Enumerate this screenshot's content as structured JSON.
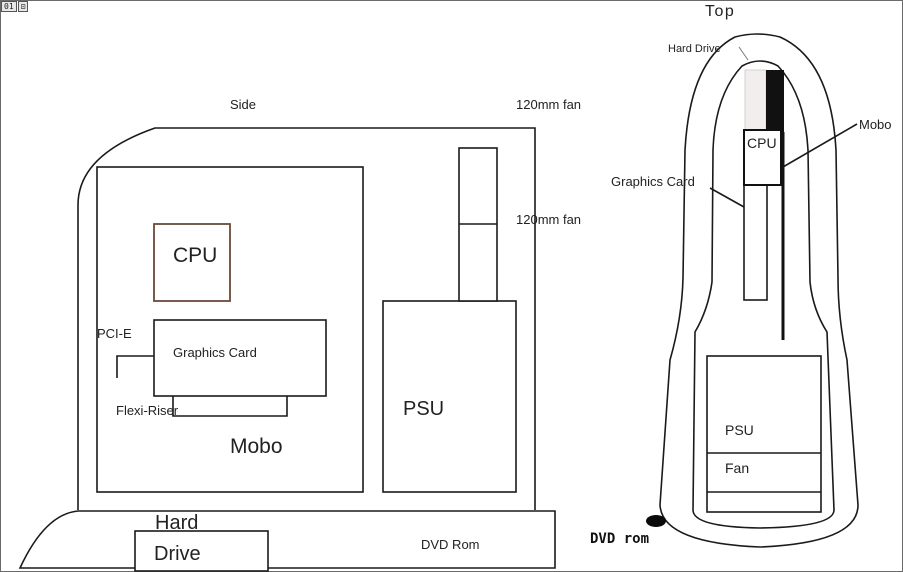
{
  "window": {
    "badges": [
      "01",
      "⊡"
    ]
  },
  "side_view": {
    "title": "Side",
    "fan_top_label": "120mm fan",
    "fan_mid_label": "120mm fan",
    "cpu_label": "CPU",
    "pcie_label": "PCI-E",
    "graphics_label": "Graphics Card",
    "riser_label": "Flexi-Riser",
    "mobo_label": "Mobo",
    "psu_label": "PSU",
    "hdd_label_line1": "Hard",
    "hdd_label_line2": "Drive",
    "dvd_label": "DVD Rom"
  },
  "top_view": {
    "title": "Top",
    "hdd_label": "Hard Drive",
    "mobo_label": "Mobo",
    "cpu_label": "CPU",
    "graphics_label": "Graphics Card",
    "psu_label": "PSU",
    "fan_label": "Fan"
  },
  "annotation": {
    "dvd_rom": "DVD rom"
  }
}
